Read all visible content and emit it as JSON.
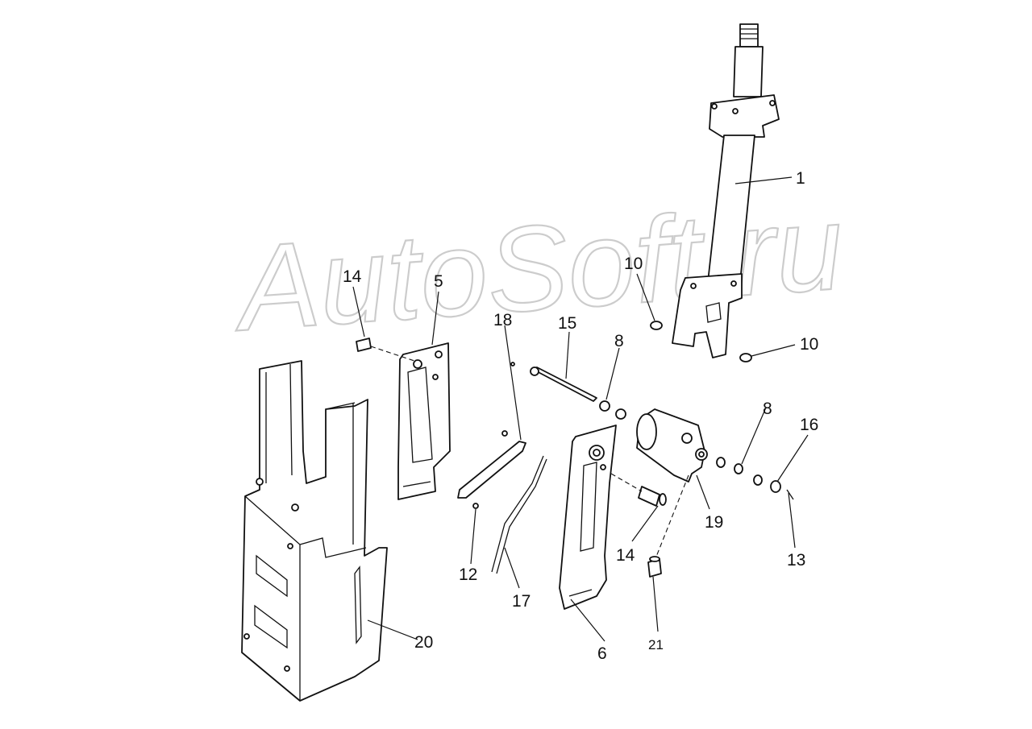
{
  "watermark": "AutoSoft.ru",
  "callouts": [
    {
      "id": "c1",
      "text": "1"
    },
    {
      "id": "c5",
      "text": "5"
    },
    {
      "id": "c6",
      "text": "6"
    },
    {
      "id": "c8a",
      "text": "8"
    },
    {
      "id": "c8b",
      "text": "8"
    },
    {
      "id": "c10a",
      "text": "10"
    },
    {
      "id": "c10b",
      "text": "10"
    },
    {
      "id": "c12",
      "text": "12"
    },
    {
      "id": "c13",
      "text": "13"
    },
    {
      "id": "c14a",
      "text": "14"
    },
    {
      "id": "c14b",
      "text": "14"
    },
    {
      "id": "c15",
      "text": "15"
    },
    {
      "id": "c16",
      "text": "16"
    },
    {
      "id": "c17",
      "text": "17"
    },
    {
      "id": "c18",
      "text": "18"
    },
    {
      "id": "c19",
      "text": "19"
    },
    {
      "id": "c20",
      "text": "20"
    },
    {
      "id": "c21",
      "text": "21"
    }
  ]
}
